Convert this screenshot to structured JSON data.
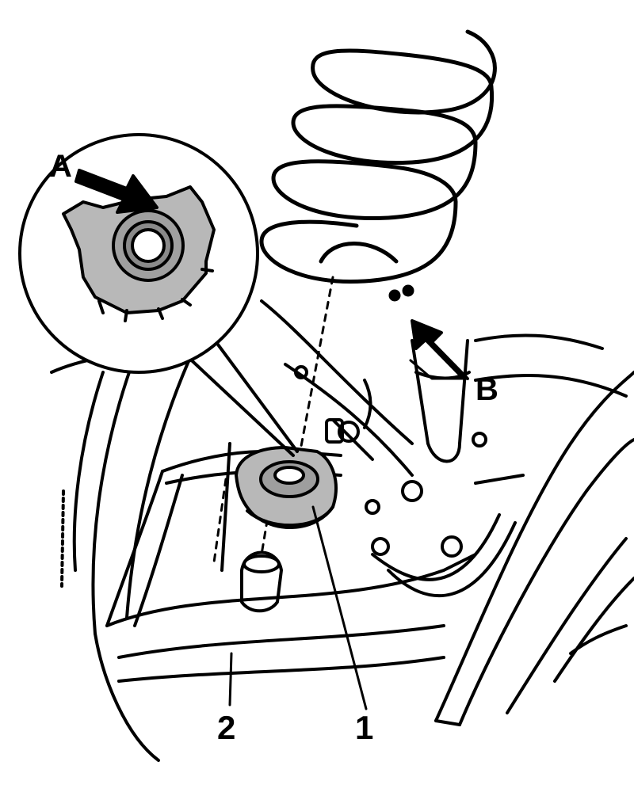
{
  "callouts": {
    "arrow_a": "A",
    "arrow_b": "B",
    "part_1": "1",
    "part_2": "2"
  },
  "colors": {
    "ink": "#000000",
    "part_fill": "#b8b8b8",
    "background": "#ffffff"
  }
}
